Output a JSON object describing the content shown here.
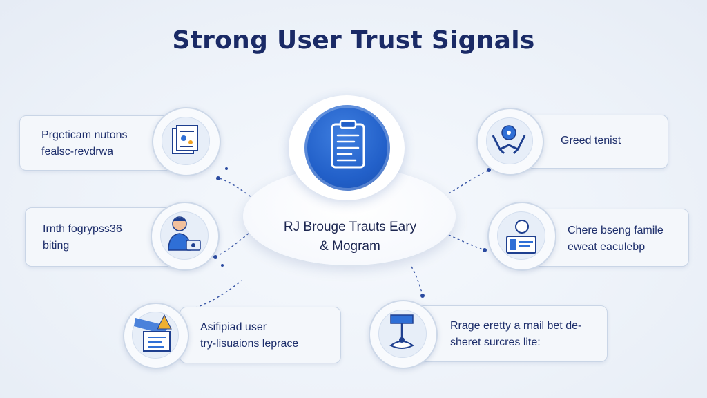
{
  "title": "Strong User Trust Signals",
  "hub": {
    "line1": "RJ Brouge Trauts Eary",
    "line2": "& Mogram",
    "icon": "clipboard-icon"
  },
  "nodes": [
    {
      "id": "top-left",
      "line1": "Prgeticam nutons",
      "line2": "fealsc-revdrwa",
      "icon": "document-icon"
    },
    {
      "id": "mid-left",
      "line1": "Irnth fogrypss36",
      "line2": "biting",
      "icon": "user-icon"
    },
    {
      "id": "bottom-left",
      "line1": "Asifipiad user",
      "line2": "try-lisuaions leprace",
      "icon": "form-icon"
    },
    {
      "id": "top-right",
      "line1": "Greed tenist",
      "line2": "",
      "icon": "handshake-icon"
    },
    {
      "id": "mid-right",
      "line1": "Chere bseng famile",
      "line2": "eweat eaculebp",
      "icon": "id-card-icon"
    },
    {
      "id": "bottom-right",
      "line1": "Rrage eretty a rnail bet de-",
      "line2": "sheret surcres lite:",
      "icon": "scale-icon"
    }
  ],
  "colors": {
    "title": "#1a2a66",
    "accent": "#2260c9",
    "text": "#1d2e6b",
    "card_bg": "#f4f7fb"
  }
}
